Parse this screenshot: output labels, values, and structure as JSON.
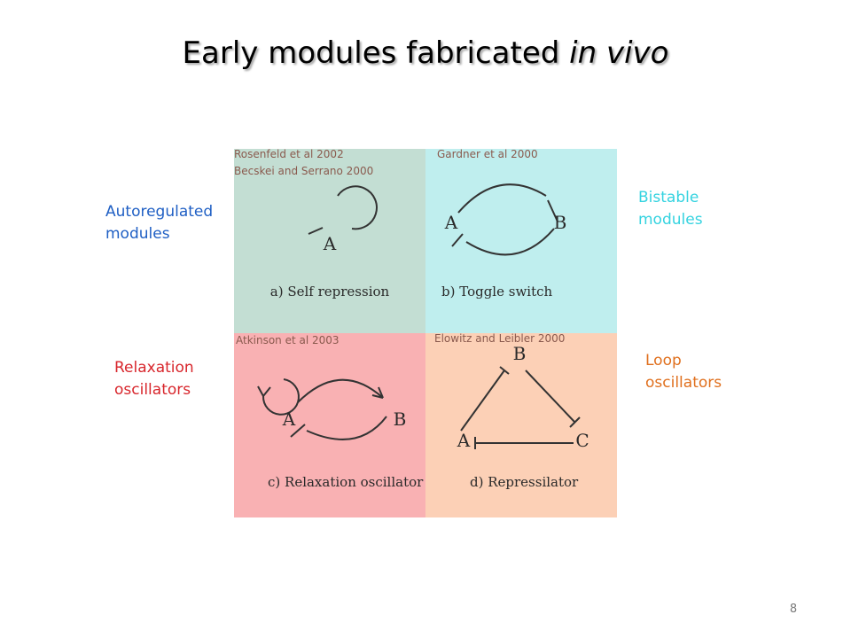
{
  "title": {
    "main": "Early modules fabricated ",
    "italic": "in vivo"
  },
  "quadrants": {
    "a": {
      "cite_line1": "Rosenfeld et al 2002",
      "cite_line2": "Becskei and Serrano 2000",
      "node": "A",
      "caption": "a) Self repression"
    },
    "b": {
      "cite": "Gardner et al 2000",
      "node_left": "A",
      "node_right": "B",
      "caption": "b) Toggle switch"
    },
    "c": {
      "cite": "Atkinson et al 2003",
      "node_left": "A",
      "node_right": "B",
      "caption": "c) Relaxation oscillator"
    },
    "d": {
      "cite": "Elowitz and Leibler 2000",
      "node_top": "B",
      "node_left": "A",
      "node_right": "C",
      "caption": "d) Repressilator"
    }
  },
  "side_labels": {
    "top_left_line1": "Autoregulated",
    "top_left_line2": "modules",
    "top_right_line1": "Bistable",
    "top_right_line2": "modules",
    "bottom_left_line1": "Relaxation",
    "bottom_left_line2": "oscillators",
    "bottom_right_line1": "Loop",
    "bottom_right_line2": "oscillators"
  },
  "colors": {
    "quad_a": "#c3ded3",
    "quad_b": "#bfeeee",
    "quad_c": "#f9b1b3",
    "quad_d": "#fcd0b6",
    "autoregulated": "#1f5fc4",
    "bistable": "#35d3e0",
    "relaxation": "#d8262c",
    "loop": "#e0701e"
  },
  "page_number": "8"
}
